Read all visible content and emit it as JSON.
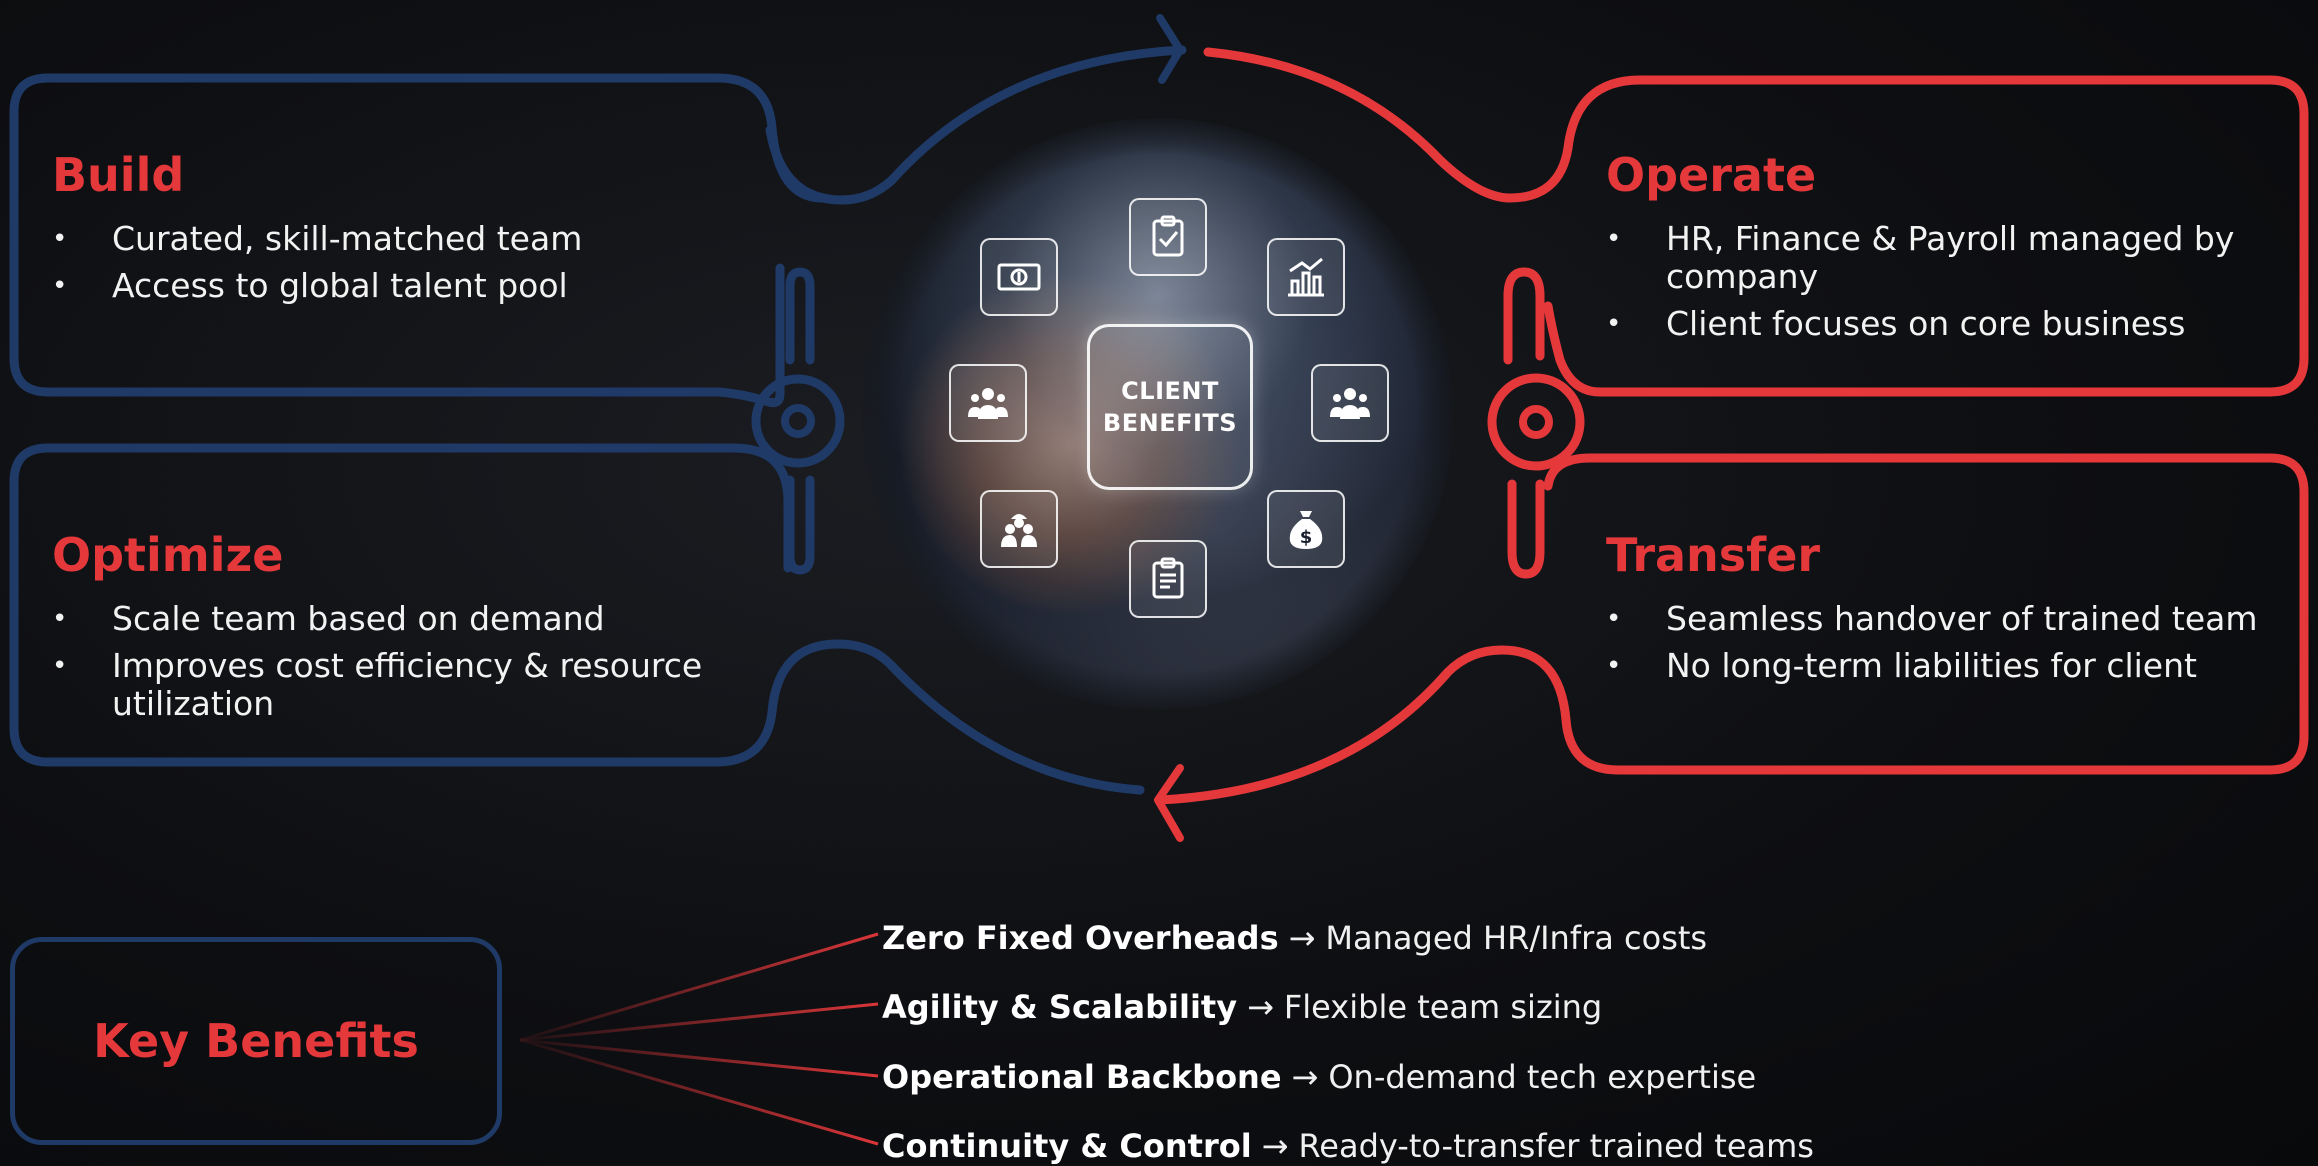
{
  "colors": {
    "blue": "#1f3a66",
    "red": "#e5383b",
    "background": "#0e0f12"
  },
  "center": {
    "line1": "CLIENT",
    "line2": "BENEFITS"
  },
  "panels": {
    "build": {
      "title": "Build",
      "bullets": [
        "Curated, skill-matched team",
        "Access to global talent pool"
      ]
    },
    "optimize": {
      "title": "Optimize",
      "bullets": [
        "Scale team based on demand",
        "Improves cost efficiency & resource utilization"
      ]
    },
    "operate": {
      "title": "Operate",
      "bullets": [
        "HR, Finance & Payroll managed by company",
        "Client focuses on core business"
      ]
    },
    "transfer": {
      "title": "Transfer",
      "bullets": [
        "Seamless handover of trained team",
        "No long-term liabilities for client"
      ]
    }
  },
  "icons": [
    "money-icon",
    "clipboard-check-icon",
    "bar-chart-icon",
    "team-icon",
    "group-icon",
    "workers-icon",
    "document-icon",
    "money-bag-icon"
  ],
  "key_benefits": {
    "title": "Key Benefits",
    "items": [
      {
        "label": "Zero Fixed Overheads",
        "arrow": "→",
        "desc": "Managed HR/Infra costs"
      },
      {
        "label": "Agility & Scalability",
        "arrow": "→",
        "desc": "Flexible team sizing"
      },
      {
        "label": "Operational Backbone",
        "arrow": "→",
        "desc": "On-demand tech expertise"
      },
      {
        "label": "Continuity & Control",
        "arrow": "→",
        "desc": "Ready-to-transfer trained teams"
      }
    ]
  }
}
